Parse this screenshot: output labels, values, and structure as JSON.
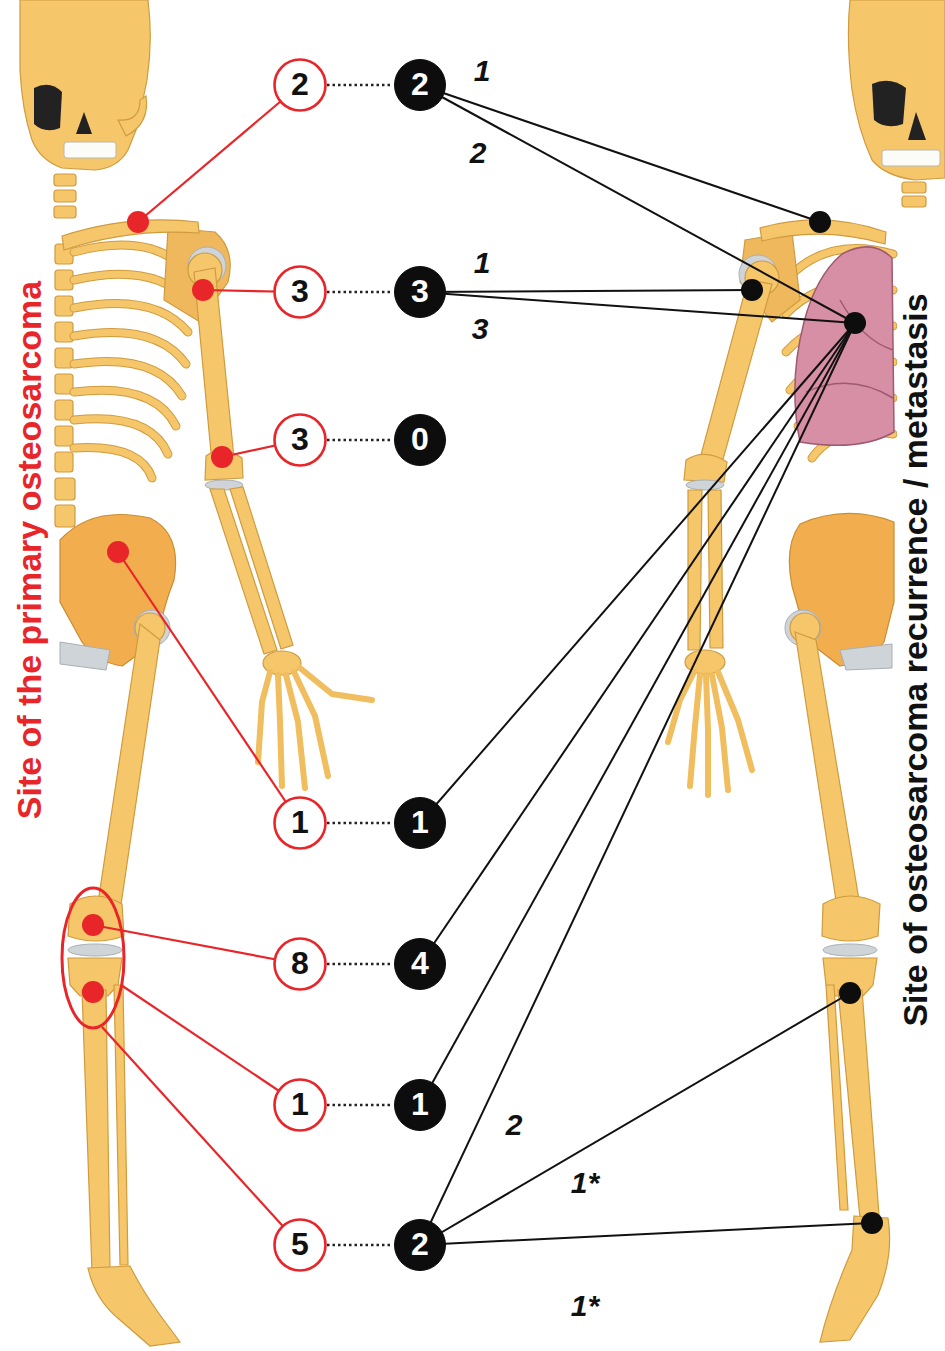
{
  "diagram": {
    "nodes": [
      {
        "text": [
          "2"
        ]
      },
      {
        "text": [
          "2"
        ]
      },
      {
        "text": [
          "3"
        ]
      },
      {
        "text": [
          "3"
        ]
      },
      {
        "text": [
          "3"
        ]
      },
      {
        "text": [
          "0"
        ]
      },
      {
        "text": [
          "1"
        ]
      },
      {
        "text": [
          "1"
        ]
      },
      {
        "text": [
          "8"
        ]
      },
      {
        "text": [
          "4"
        ]
      },
      {
        "text": [
          "1"
        ]
      },
      {
        "text": [
          "1"
        ]
      },
      {
        "text": [
          "5"
        ]
      },
      {
        "text": [
          "2"
        ]
      }
    ],
    "edges": [
      {
        "from": 0,
        "to": 1,
        "arrow": "none"
      },
      {
        "from": 2,
        "to": 3,
        "arrow": "none"
      },
      {
        "from": 4,
        "to": 5,
        "arrow": "none"
      },
      {
        "from": 6,
        "to": 7,
        "arrow": "none"
      },
      {
        "from": 8,
        "to": 9,
        "arrow": "none"
      },
      {
        "from": 10,
        "to": 11,
        "arrow": "none"
      },
      {
        "from": 12,
        "to": 13,
        "arrow": "none"
      }
    ],
    "labels": [
      "Site of the primary osteosarcoma",
      "1",
      "2",
      "1",
      "3",
      "2",
      "1*",
      "1*",
      "Site of osteosarcoma recurrence / metastasis"
    ]
  }
}
